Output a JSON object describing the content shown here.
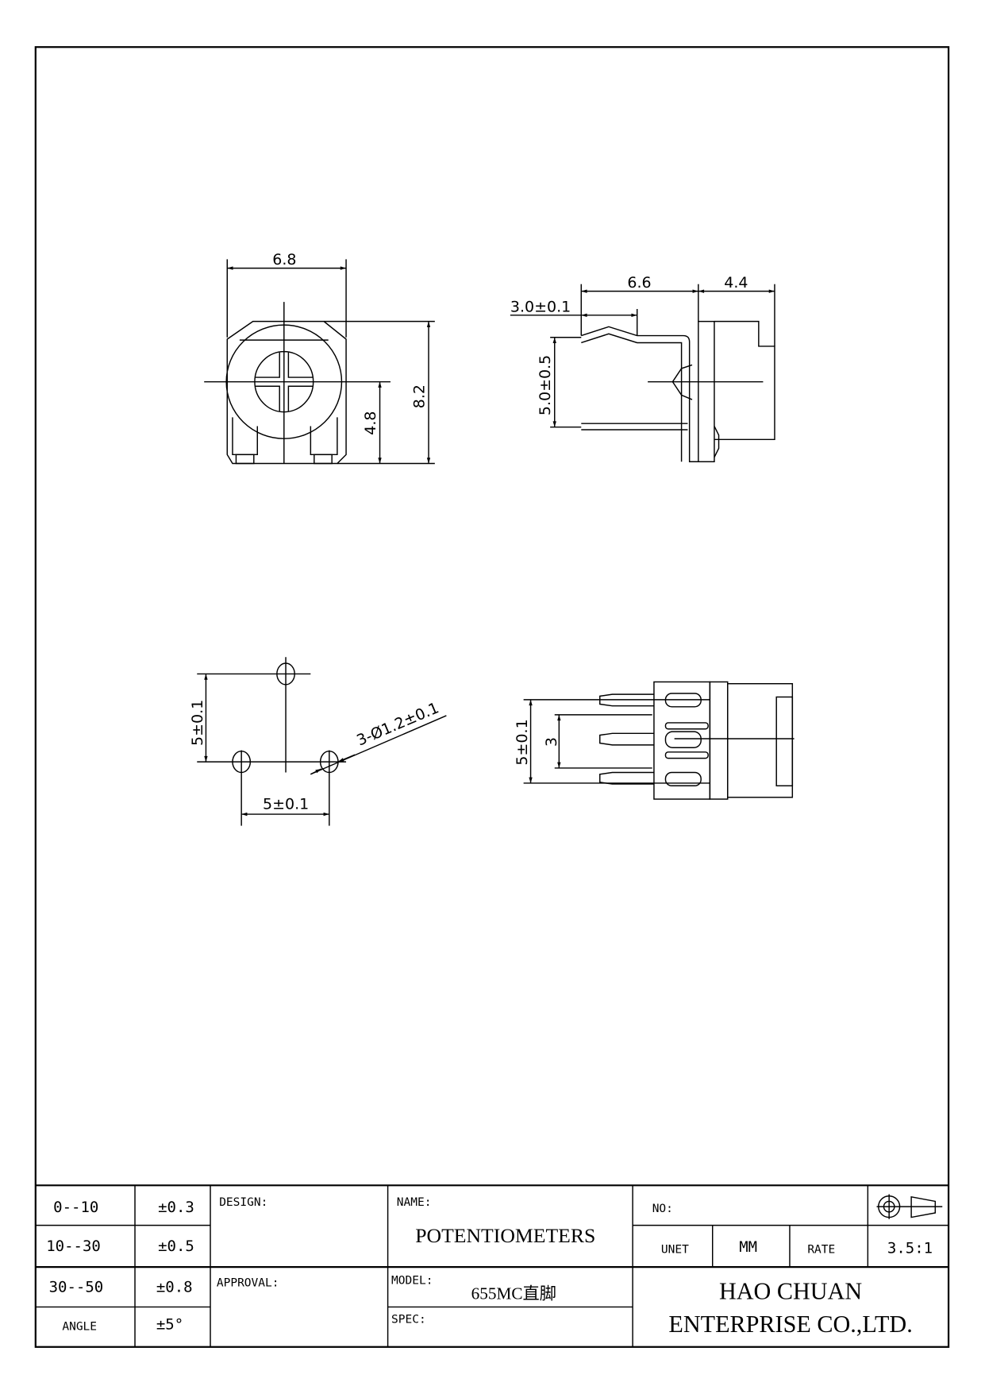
{
  "dimensions": {
    "front_width": "6.8",
    "front_height": "8.2",
    "front_center_height": "4.8",
    "side_lead_length": "6.6",
    "side_body_depth": "4.4",
    "side_kink": "3.0±0.1",
    "side_lead_spacing": "5.0±0.5",
    "footprint_vertical": "5±0.1",
    "footprint_horizontal": "5±0.1",
    "footprint_holes": "3-Ø1.2±0.1",
    "bottom_pin_span": "5±0.1",
    "bottom_pin_inner": "3"
  },
  "title_block": {
    "tolerances": [
      {
        "range": "0--10",
        "tol": "±0.3"
      },
      {
        "range": "10--30",
        "tol": "±0.5"
      },
      {
        "range": "30--50",
        "tol": "±0.8"
      },
      {
        "range": "ANGLE",
        "tol": "±5°"
      }
    ],
    "design_label": "DESIGN:",
    "approval_label": "APPROVAL:",
    "name_label": "NAME:",
    "name_value": "POTENTIOMETERS",
    "model_label": "MODEL:",
    "model_value": "655MC直脚",
    "spec_label": "SPEC:",
    "no_label": "NO:",
    "unit_label": "UNET",
    "unit_value": "MM",
    "rate_label": "RATE",
    "rate_value": "3.5:1",
    "company_line1": "HAO  CHUAN",
    "company_line2": "ENTERPRISE  CO.,LTD."
  }
}
